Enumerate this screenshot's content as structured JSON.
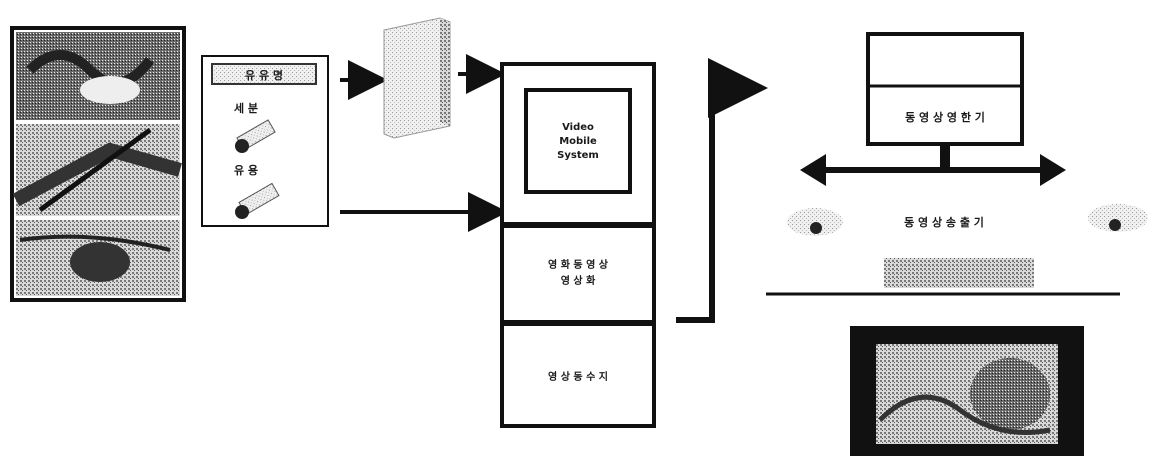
{
  "panel": {
    "item_top": "유 유 명",
    "item_mid": "세 분",
    "item_low": "유 용"
  },
  "server": {
    "video_box": [
      "Video",
      "Mobile",
      "System"
    ],
    "box2": [
      "영 화 동 영 상",
      "영 상 화"
    ],
    "box3": [
      "영 상 동 수 지"
    ]
  },
  "right": {
    "monitor_label": "동 영 상 영 한 기",
    "road_label": "동 영 상 송 출 기"
  },
  "colors": {
    "ink": "#111111",
    "dither": "#8a8a8a"
  }
}
